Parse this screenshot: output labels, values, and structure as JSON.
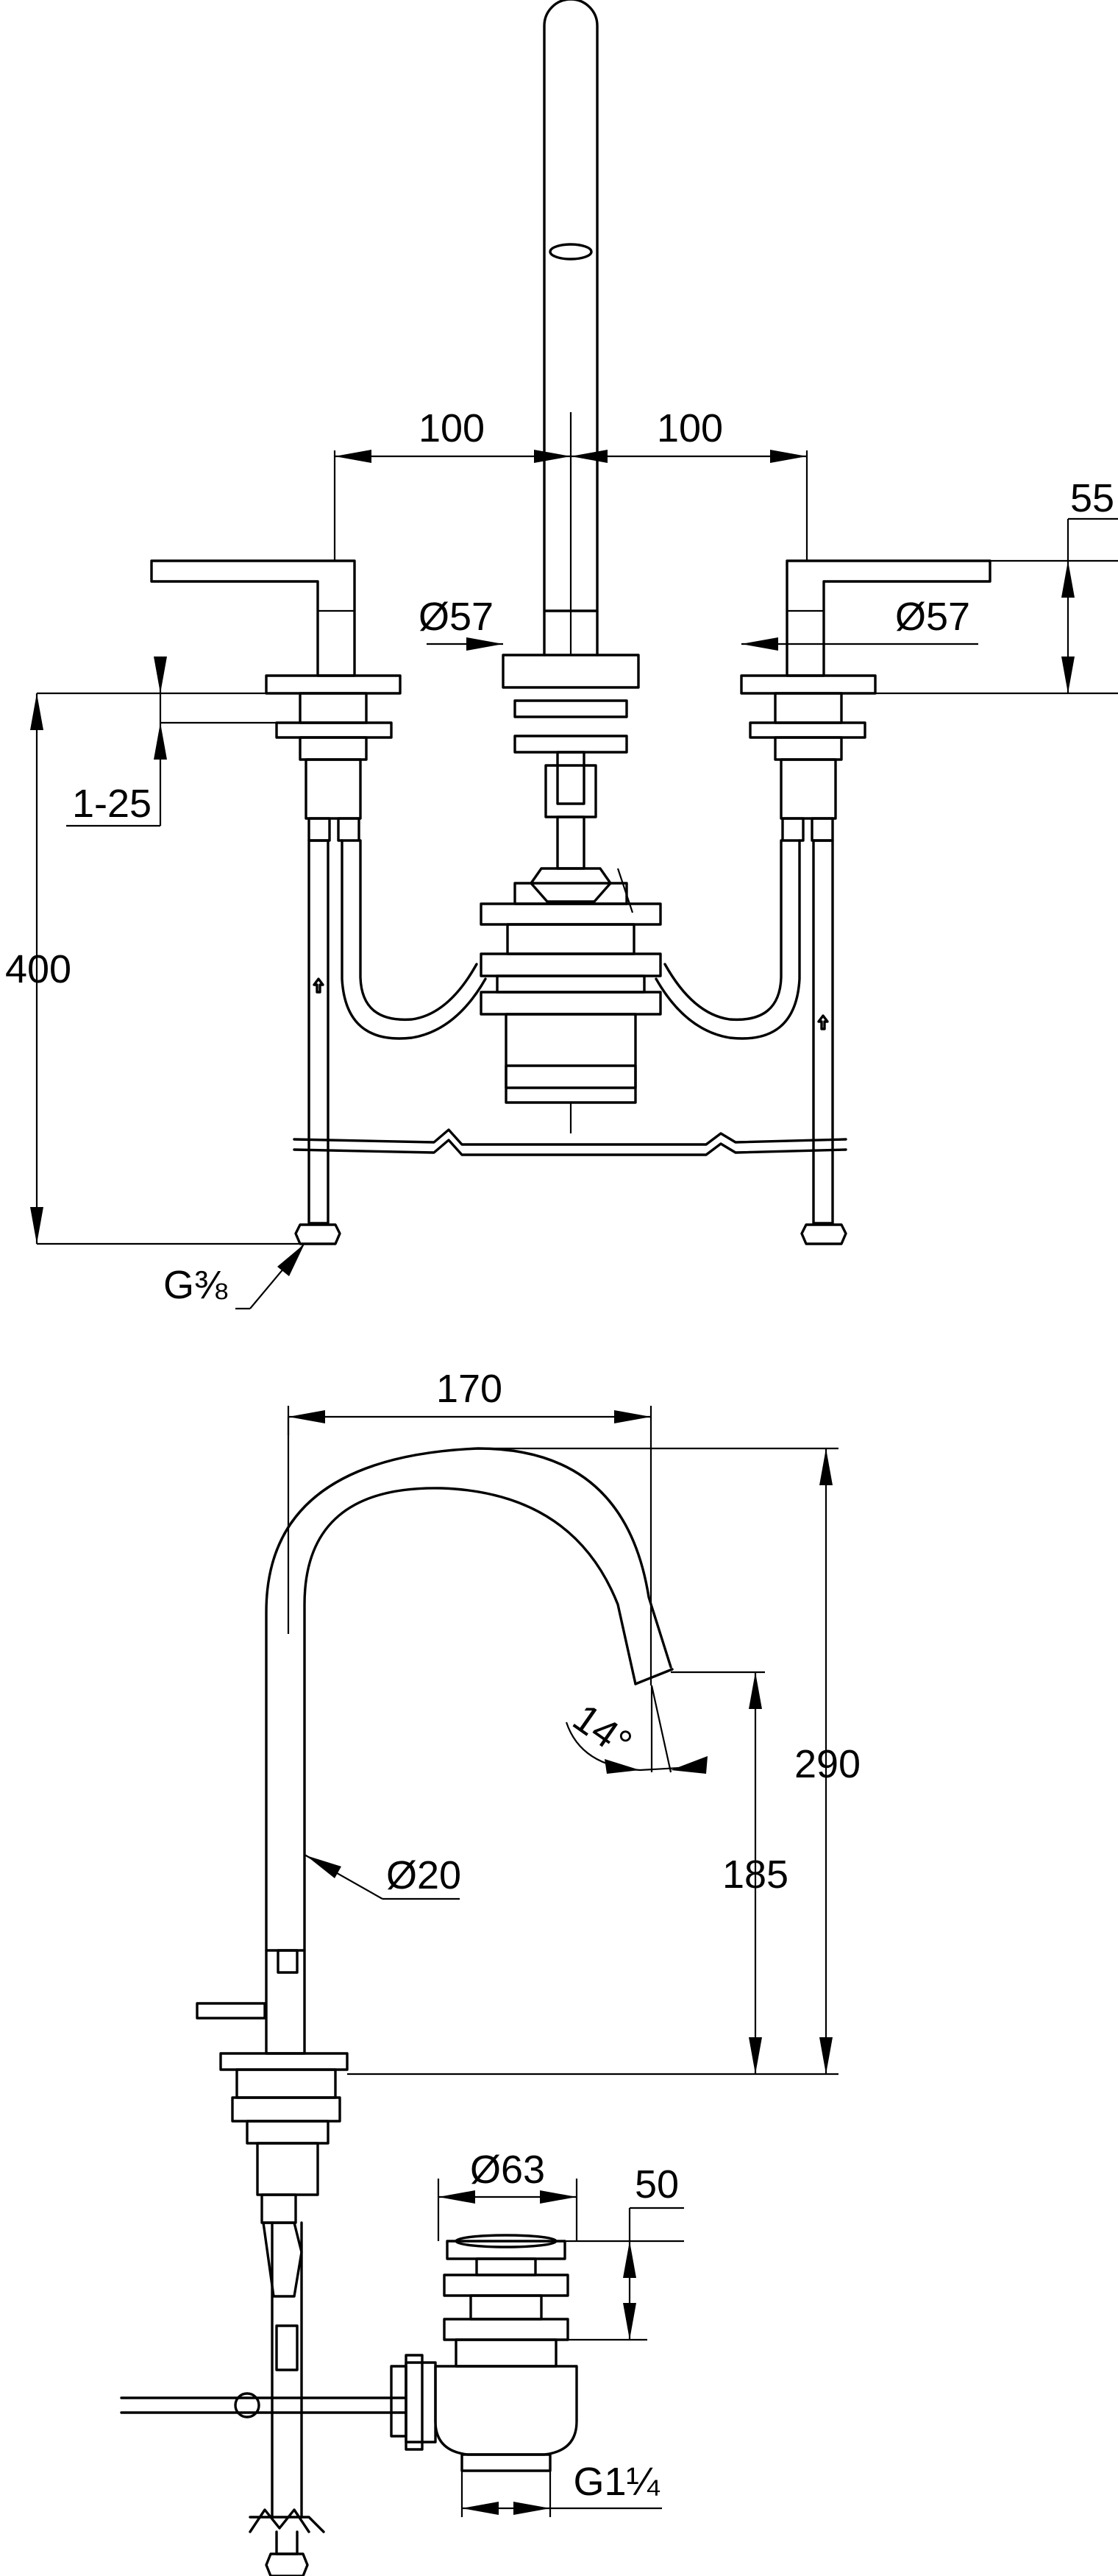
{
  "front_view": {
    "spacing_left": "100",
    "spacing_right": "100",
    "lever_height": "55",
    "rosette_left": "Ø57",
    "rosette_right": "Ø57",
    "deck_thickness": "1-25",
    "overall_height": "400",
    "connection_thread": "G⅜"
  },
  "side_view": {
    "projection": "170",
    "total_height": "290",
    "spout_clearance": "185",
    "spout_angle": "14°",
    "spout_diameter": "Ø20"
  },
  "waste_valve": {
    "plug_diameter": "Ø63",
    "plug_height": "50",
    "outlet_thread": "G1¼"
  }
}
